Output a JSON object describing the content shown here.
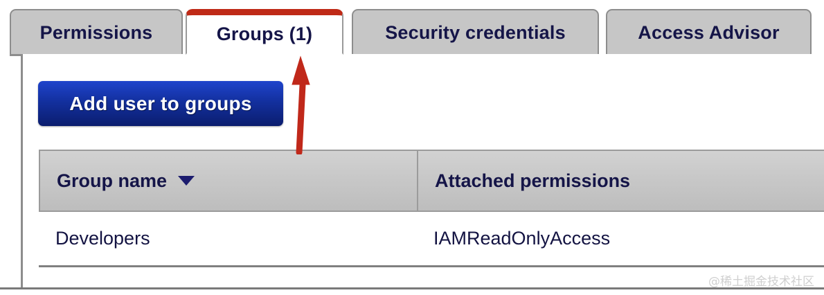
{
  "tabs": [
    {
      "label": "Permissions",
      "active": false
    },
    {
      "label": "Groups (1)",
      "active": true
    },
    {
      "label": "Security credentials",
      "active": false
    },
    {
      "label": "Access Advisor",
      "active": false
    }
  ],
  "toolbar": {
    "add_user_to_groups_label": "Add user to groups"
  },
  "table": {
    "columns": [
      {
        "label": "Group name",
        "sort": "descending",
        "sort_icon": "caret-down-icon"
      },
      {
        "label": "Attached permissions",
        "sort": "none"
      }
    ],
    "rows": [
      {
        "group_name": "Developers",
        "attached_permissions": "IAMReadOnlyAccess"
      }
    ]
  },
  "annotation": {
    "type": "arrow",
    "direction": "up",
    "target": "Groups (1)",
    "color": "#c0281a"
  },
  "watermark": {
    "text": "@稀土掘金技术社区"
  },
  "colors": {
    "accent_red": "#bf2a17",
    "button_blue": "#13309f",
    "text_navy": "#151548",
    "tab_gray": "#c6c6c6",
    "border_gray": "#8d8d8d",
    "header_gray": "#c9c9c9"
  }
}
